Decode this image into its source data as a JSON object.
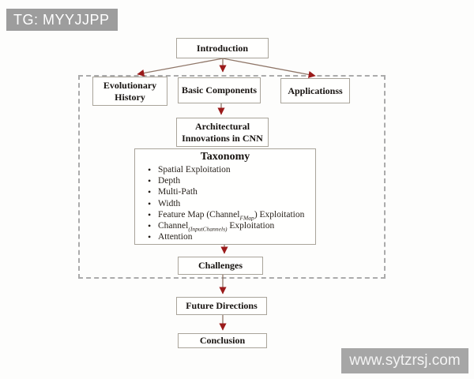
{
  "badge": {
    "text": "TG: MYYJJPP"
  },
  "site_watermark": {
    "text": "www.sytzrsj.com"
  },
  "colors": {
    "arrow_line": "#8f7668",
    "arrow_head": "#9b1b1b",
    "box_border": "#a9a49a",
    "dashed_border": "#ababab",
    "watermark_bg": "#9d9d9d",
    "watermark_text": "#ffffff"
  },
  "diagram": {
    "nodes": {
      "introduction": {
        "label": "Introduction"
      },
      "evolutionary_history": {
        "label": "Evolutionary History"
      },
      "basic_components": {
        "label": "Basic Components"
      },
      "applications": {
        "label": "Applicationss"
      },
      "architectural_innovations": {
        "label": "Architectural Innovations in CNN"
      },
      "challenges": {
        "label": "Challenges"
      },
      "future_directions": {
        "label": "Future Directions"
      },
      "conclusion": {
        "label": "Conclusion"
      }
    },
    "taxonomy": {
      "title": "Taxonomy",
      "items": [
        {
          "pre": "Spatial Exploitation"
        },
        {
          "pre": "Depth"
        },
        {
          "pre": "Multi-Path"
        },
        {
          "pre": "Width"
        },
        {
          "pre": "Feature Map (Channel",
          "sub": "FMap",
          "post": ") Exploitation"
        },
        {
          "pre": "Channel",
          "sub": "(InputChannels)",
          "post": " Exploitation"
        },
        {
          "pre": "Attention"
        }
      ]
    }
  }
}
